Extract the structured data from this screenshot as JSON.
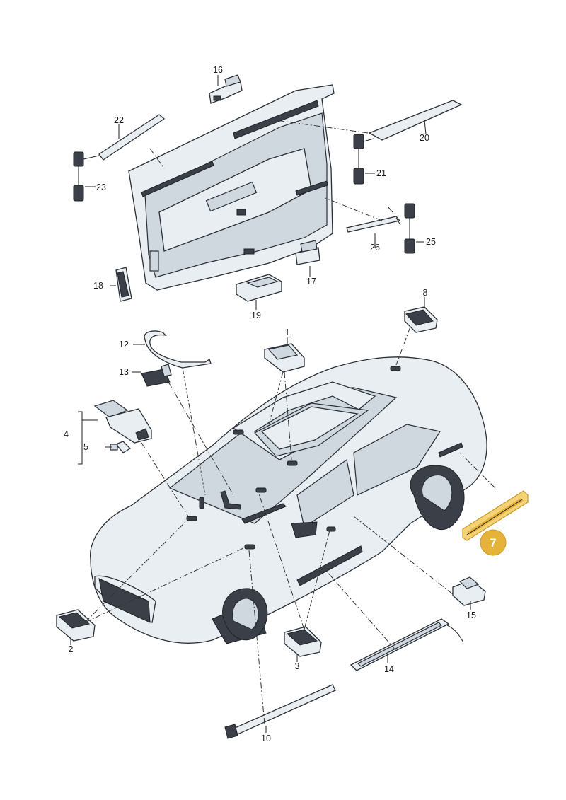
{
  "callouts": {
    "p1": "1",
    "p2": "2",
    "p3": "3",
    "p4": "4",
    "p5": "5",
    "p7": "7",
    "p8": "8",
    "p10": "10",
    "p12": "12",
    "p13": "13",
    "p14": "14",
    "p15": "15",
    "p16": "16",
    "p17": "17",
    "p18": "18",
    "p19": "19",
    "p20": "20",
    "p21": "21",
    "p22": "22",
    "p23": "23",
    "p25": "25",
    "p26": "26"
  },
  "colors": {
    "highlight": "#e6b33a",
    "line_art": "#2a2f36",
    "part_fill": "#e9eef3"
  },
  "highlighted_part": "7"
}
